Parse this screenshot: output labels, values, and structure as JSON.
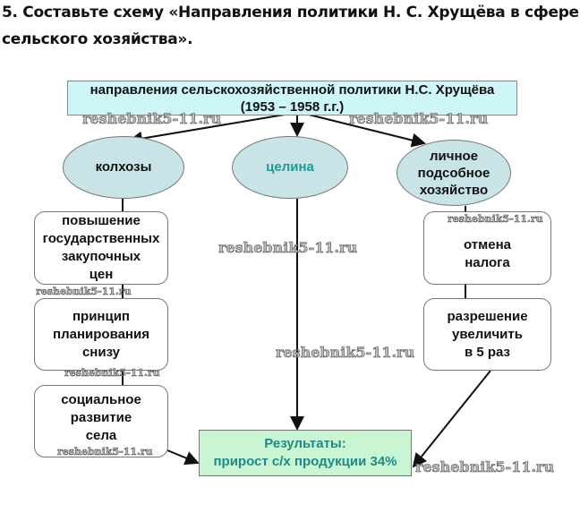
{
  "heading": {
    "line1": "5. Составьте схему «Направления политики Н. С. Хрущёва в сфере",
    "line2": "сельского хозяйства»."
  },
  "diagram": {
    "root": {
      "line1": "направления сельскохозяйственной политики Н.С. Хрущёва",
      "line2": "(1953 – 1958 г.г.)"
    },
    "branches": {
      "kolkhozy": "колхозы",
      "tselina": "целина",
      "lichnoe": [
        "личное",
        "подсобное",
        "хозяйство"
      ]
    },
    "left_boxes": [
      [
        "повышение",
        "государственных",
        "закупочных",
        "цен"
      ],
      [
        "принцип",
        "планирования",
        "снизу"
      ],
      [
        "социальное",
        "развитие",
        "села"
      ]
    ],
    "right_boxes": [
      [
        "отмена",
        "налога"
      ],
      [
        "разрешение",
        "увеличить",
        "в 5 раз"
      ]
    ],
    "result": {
      "line1": "Результаты:",
      "line2": "прирост с/х продукции 34%"
    }
  },
  "watermark": "reshebnik5-11.ru",
  "colors": {
    "root_fill": "#ccf6f8",
    "ellipse_fill": "#c8e4e6",
    "result_fill": "#c9f5d2",
    "result_text": "#1e8a8a",
    "tselina_text": "#1e9a9a"
  }
}
